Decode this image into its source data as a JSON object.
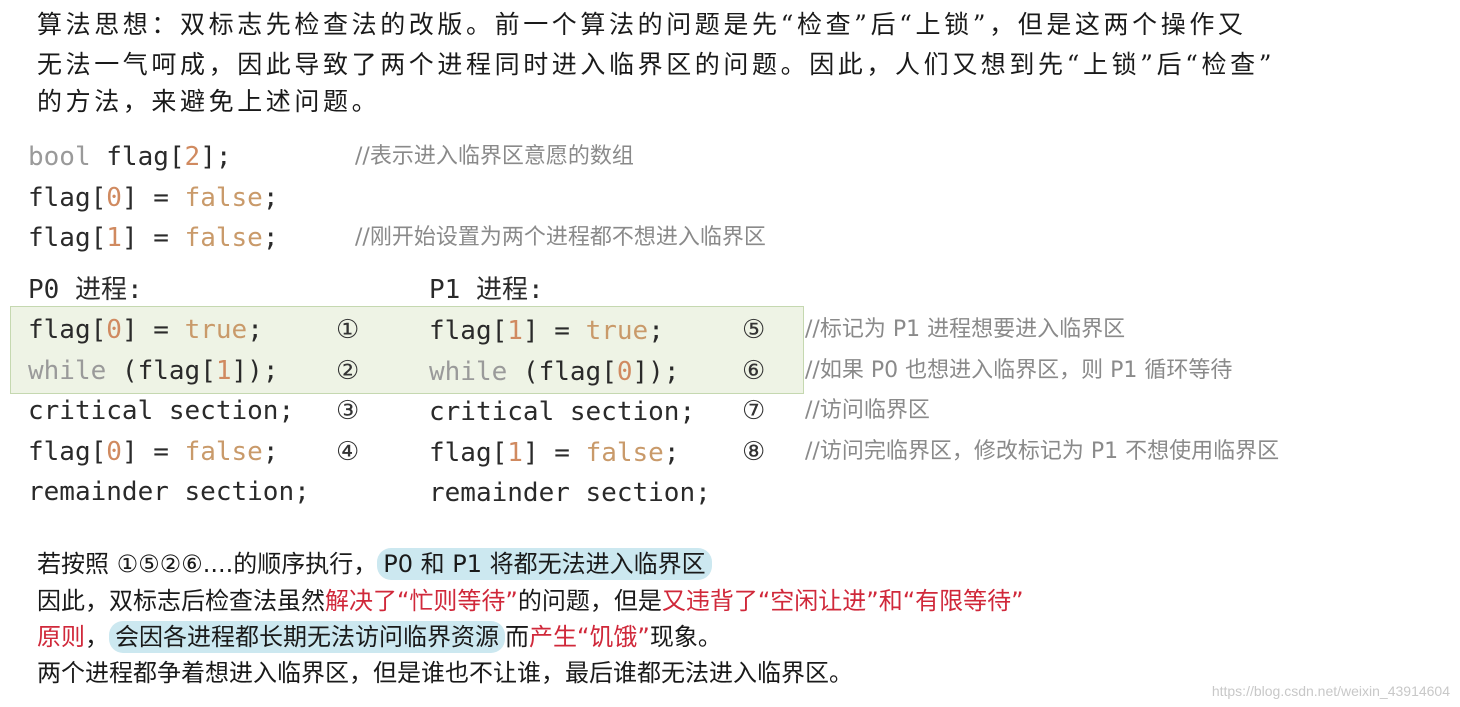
{
  "intro": {
    "lines": [
      "算法思想：双标志先检查法的改版。前一个算法的问题是先“检查”后“上锁”，但是这两个操作又",
      "无法一气呵成，因此导致了两个进程同时进入临界区的问题。因此，人们又想到先“上锁”后“检查”",
      "的方法，来避免上述问题。"
    ]
  },
  "code": {
    "shared": [
      {
        "tokens": [
          [
            "kw",
            "bool"
          ],
          [
            "plain",
            " flag["
          ],
          [
            "idx",
            "2"
          ],
          [
            "plain",
            "];"
          ]
        ],
        "comment": "//表示进入临界区意愿的数组"
      },
      {
        "tokens": [
          [
            "plain",
            "flag["
          ],
          [
            "idx",
            "0"
          ],
          [
            "plain",
            "] = "
          ],
          [
            "bool",
            "false"
          ],
          [
            "plain",
            ";"
          ]
        ],
        "comment": ""
      },
      {
        "tokens": [
          [
            "plain",
            "flag["
          ],
          [
            "idx",
            "1"
          ],
          [
            "plain",
            "] = "
          ],
          [
            "bool",
            "false"
          ],
          [
            "plain",
            ";"
          ]
        ],
        "comment": "//刚开始设置为两个进程都不想进入临界区"
      }
    ],
    "p0_title": "P0 进程:",
    "p1_title": "P1 进程:",
    "p0": [
      {
        "tokens": [
          [
            "plain",
            "flag["
          ],
          [
            "idx",
            "0"
          ],
          [
            "plain",
            "] = "
          ],
          [
            "bool",
            "true"
          ],
          [
            "plain",
            ";"
          ]
        ],
        "step": "①"
      },
      {
        "tokens": [
          [
            "kw",
            "while"
          ],
          [
            "plain",
            " (flag["
          ],
          [
            "idx",
            "1"
          ],
          [
            "plain",
            "]);"
          ]
        ],
        "step": "②"
      },
      {
        "tokens": [
          [
            "plain",
            "critical section;"
          ]
        ],
        "step": "③"
      },
      {
        "tokens": [
          [
            "plain",
            "flag["
          ],
          [
            "idx",
            "0"
          ],
          [
            "plain",
            "] = "
          ],
          [
            "bool",
            "false"
          ],
          [
            "plain",
            ";"
          ]
        ],
        "step": "④"
      },
      {
        "tokens": [
          [
            "plain",
            "remainder section;"
          ]
        ],
        "step": ""
      }
    ],
    "p1": [
      {
        "tokens": [
          [
            "plain",
            "flag["
          ],
          [
            "idx",
            "1"
          ],
          [
            "plain",
            "] = "
          ],
          [
            "bool",
            "true"
          ],
          [
            "plain",
            ";"
          ]
        ],
        "step": "⑤",
        "comment": "//标记为 P1 进程想要进入临界区"
      },
      {
        "tokens": [
          [
            "kw",
            "while"
          ],
          [
            "plain",
            " (flag["
          ],
          [
            "idx",
            "0"
          ],
          [
            "plain",
            "]);"
          ]
        ],
        "step": "⑥",
        "comment": "//如果 P0 也想进入临界区，则 P1 循环等待"
      },
      {
        "tokens": [
          [
            "plain",
            "critical section;"
          ]
        ],
        "step": "⑦",
        "comment": "//访问临界区"
      },
      {
        "tokens": [
          [
            "plain",
            "flag["
          ],
          [
            "idx",
            "1"
          ],
          [
            "plain",
            "] = "
          ],
          [
            "bool",
            "false"
          ],
          [
            "plain",
            ";"
          ]
        ],
        "step": "⑧",
        "comment": "//访问完临界区，修改标记为 P1 不想使用临界区"
      },
      {
        "tokens": [
          [
            "plain",
            "remainder section;"
          ]
        ],
        "step": "",
        "comment": ""
      }
    ]
  },
  "conclusion": {
    "lines": [
      [
        [
          "plain",
          "若按照 ①⑤②⑥....的顺序执行，"
        ],
        [
          "hl",
          "P0 和 P1 将都无法进入临界区"
        ]
      ],
      [
        [
          "plain",
          "因此，双标志后检查法虽然"
        ],
        [
          "red",
          "解决了“忙则等待”"
        ],
        [
          "plain",
          "的问题，但是"
        ],
        [
          "red",
          "又违背了“空闲让进”和“有限等待”"
        ]
      ],
      [
        [
          "red",
          "原则"
        ],
        [
          "plain",
          "，"
        ],
        [
          "hl",
          "会因各进程都长期无法访问临界资源"
        ],
        [
          "plain",
          "而"
        ],
        [
          "red",
          "产生“饥饿”"
        ],
        [
          "plain",
          "现象。"
        ]
      ],
      [
        [
          "plain",
          "两个进程都争着想进入临界区，但是谁也不让谁，最后谁都无法进入临界区。"
        ]
      ]
    ]
  },
  "watermark": "https://blog.csdn.net/weixin_43914604",
  "colors": {
    "highlight": "#cce8f0",
    "red": "#d0283a",
    "code_box": "#eef3e5"
  }
}
